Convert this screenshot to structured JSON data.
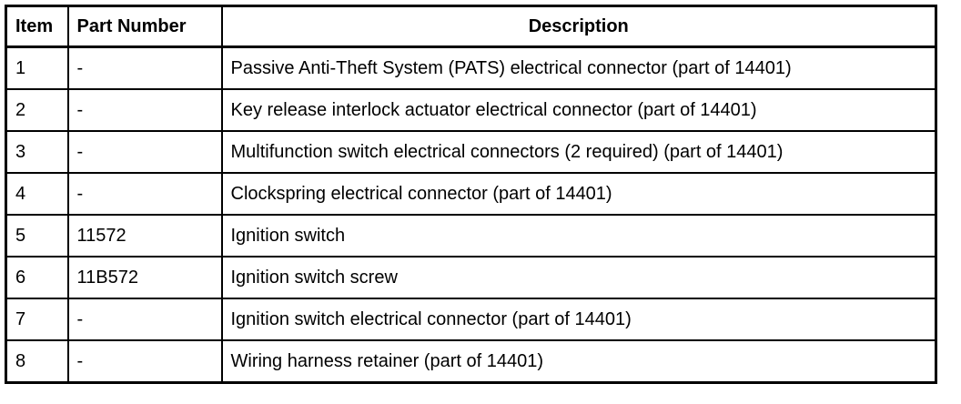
{
  "table": {
    "name": "parts-list-table",
    "columns": [
      {
        "key": "item",
        "label": "Item",
        "align": "left"
      },
      {
        "key": "part_number",
        "label": "Part Number",
        "align": "left"
      },
      {
        "key": "description",
        "label": "Description",
        "align": "center"
      }
    ],
    "rows": [
      {
        "item": "1",
        "part_number": "-",
        "description": "Passive Anti-Theft System (PATS) electrical connector (part of 14401)"
      },
      {
        "item": "2",
        "part_number": "-",
        "description": "Key release interlock actuator electrical connector (part of 14401)"
      },
      {
        "item": "3",
        "part_number": "-",
        "description": "Multifunction switch electrical connectors (2 required) (part of 14401)"
      },
      {
        "item": "4",
        "part_number": "-",
        "description": "Clockspring electrical connector (part of 14401)"
      },
      {
        "item": "5",
        "part_number": "11572",
        "description": "Ignition switch"
      },
      {
        "item": "6",
        "part_number": "11B572",
        "description": "Ignition switch screw"
      },
      {
        "item": "7",
        "part_number": "-",
        "description": "Ignition switch electrical connector (part of 14401)"
      },
      {
        "item": "8",
        "part_number": "-",
        "description": "Wiring harness retainer (part of 14401)"
      }
    ]
  },
  "colors": {
    "background": "#ffffff",
    "text": "#000000",
    "border": "#000000"
  }
}
